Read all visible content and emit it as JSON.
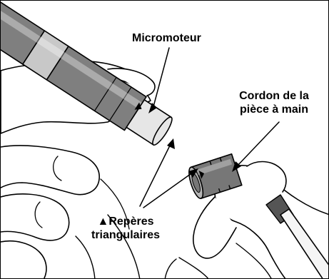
{
  "labels": {
    "micromotor": "Micromoteur",
    "handpiece_cord_line1": "Cordon de la",
    "handpiece_cord_line2": "pièce à main",
    "triangle_marks_line1": "Repères",
    "triangle_marks_line2": "triangulaires",
    "triangle_symbol": "▲"
  },
  "colors": {
    "outline": "#000000",
    "motor_dark": "#7f7f7f",
    "motor_light": "#c8c8c8",
    "motor_tip": "#e6e6e6",
    "coupler": "#777777",
    "coupler_light": "#b5b5b5",
    "cord": "#555555",
    "cord_sleeve": "#f5f5f5",
    "skin": "#ffffff"
  }
}
